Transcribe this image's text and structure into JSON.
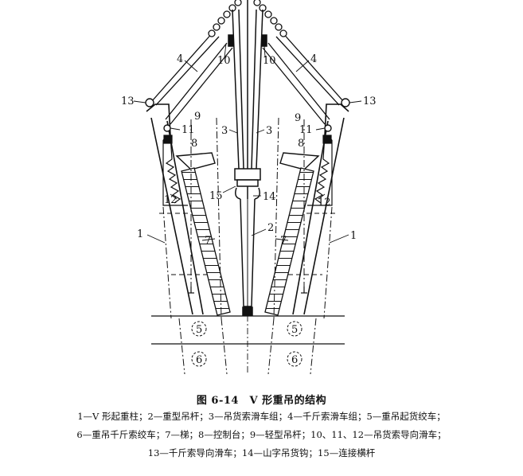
{
  "labels": {
    "n1": "1",
    "n2": "2",
    "n3": "3",
    "n4": "4",
    "n5": "5",
    "n6": "6",
    "n7": "7",
    "n8": "8",
    "n9": "9",
    "n10": "10",
    "n11": "11",
    "n12": "12",
    "n13": "13",
    "n14": "14",
    "n15": "15"
  },
  "caption": {
    "title": "图 6-14　V 形重吊的结构",
    "legend_line_1": "1—V 形起重柱；2—重型吊杆；3—吊货索滑车组；4—千斤索滑车组；5—重吊起货绞车；",
    "legend_line_2": "6—重吊千斤索绞车；7—梯；8—控制台；9—轻型吊杆；10、11、12—吊货索导向滑车；",
    "legend_line_3": "13—千斤索导向滑车；14—山字吊货钩；15—连接横杆"
  }
}
